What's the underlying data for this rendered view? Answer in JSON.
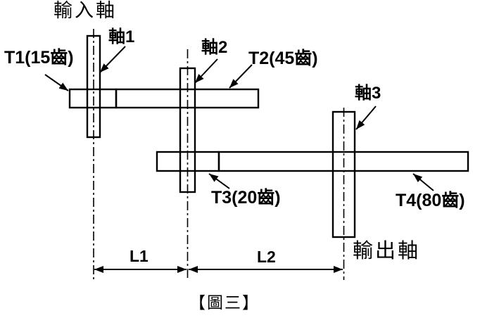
{
  "diagram": {
    "caption": "【圖三】",
    "labels": {
      "input_shaft": "輸入軸",
      "output_shaft": "輸出軸",
      "shaft1": "軸1",
      "shaft2": "軸2",
      "shaft3": "軸3",
      "gear1": "T1(15齒)",
      "gear2": "T2(45齒)",
      "gear3": "T3(20齒)",
      "gear4": "T4(80齒)",
      "dim_l1": "L1",
      "dim_l2": "L2"
    },
    "gears": [
      {
        "id": "T1",
        "teeth": 15,
        "label": "T1(15齒)"
      },
      {
        "id": "T2",
        "teeth": 45,
        "label": "T2(45齒)"
      },
      {
        "id": "T3",
        "teeth": 20,
        "label": "T3(20齒)"
      },
      {
        "id": "T4",
        "teeth": 80,
        "label": "T4(80齒)"
      }
    ],
    "colors": {
      "line": "#000000",
      "background": "#ffffff"
    }
  }
}
